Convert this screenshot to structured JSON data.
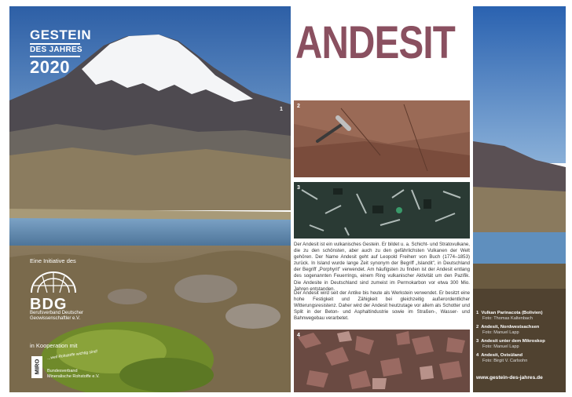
{
  "cover": {
    "title_line1": "GESTEIN",
    "title_line2": "DES JAHRES",
    "title_year": "2020",
    "photo_number": "1",
    "initiative_label": "Eine Initiative des",
    "bdg_logo_text": "BDG",
    "bdg_full_name_1": "Berufsverband Deutscher",
    "bdg_full_name_2": "Geowissenschaftler e.V.",
    "cooperation_label": "in Kooperation mit",
    "miro_logo_text": "MIRO",
    "miro_slogan": "...weil Rohstoffe wichtig sind!",
    "miro_full_name_1": "Bundesverband",
    "miro_full_name_2": "Mineralische Rohstoffe e.V."
  },
  "middle": {
    "headline": "ANDESIT",
    "photo2_number": "2",
    "photo3_number": "3",
    "photo4_number": "4",
    "paragraph1": "Der Andesit ist ein vulkanisches Gestein. Er bildet u. a. Schicht- und Stratovulkane, die zu den schönsten, aber auch zu den gefährlichsten Vulkanen der Welt gehören. Der Name Andesit geht auf Leopold Freiherr von Buch (1774–1853) zurück. In Island wurde lange Zeit synonym der Begriff „Islandit\", in Deutschland der Begriff „Porphyrit\" verwendet. Am häufigsten zu finden ist der Andesit entlang des sogenannten Feuerrings, einem Ring vulkanischer Aktivität um den Pazifik. Die Andesite in Deutschland sind zumeist im Permokarbon vor etwa 300 Mio. Jahren entstanden.",
    "paragraph2": "Der Andesit wird seit der Antike bis heute als Werkstein verwendet. Er besitzt eine hohe Festigkeit und Zähigkeit bei gleichzeitig außerordentlicher Witterungsresistenz. Daher wird der Andesit heutzutage vor allem als Schotter und Split in der Beton- und Asphaltindustrie sowie im Straßen-, Wasser- und Bahnwegebau verarbetet."
  },
  "right": {
    "captions": [
      {
        "num": "1",
        "title": "Vulkan Parinacota (Bolivien)",
        "credit": "Foto: Thomas Kaltenbach"
      },
      {
        "num": "2",
        "title": "Andesit, Nordwestsachsen",
        "credit": "Foto: Manuel Lapp"
      },
      {
        "num": "3",
        "title": "Andesit unter dem Mikroskop",
        "credit": "Foto: Manuel Lapp"
      },
      {
        "num": "4",
        "title": "Andesit, Ostsüland",
        "credit": "Foto: Birgit V. Carlsohn"
      }
    ],
    "website": "www.gestein-des-jahres.de"
  },
  "colors": {
    "headline": "#8a5060",
    "sky": "#3a6fb2",
    "lake": "#6f9cc4",
    "moss": "#6f8a2a"
  }
}
